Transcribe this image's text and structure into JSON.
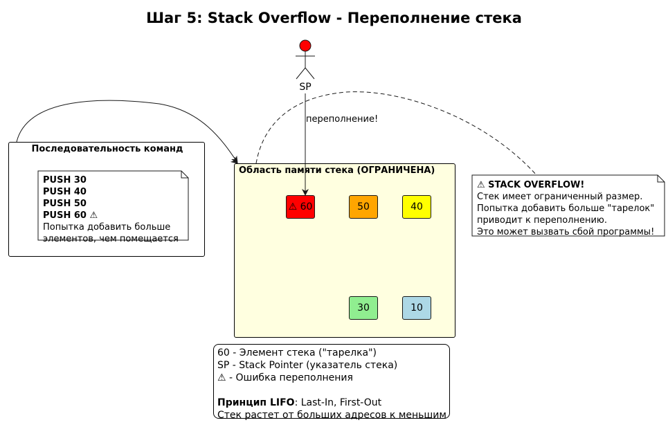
{
  "title": "Шаг 5: Stack Overflow - Переполнение стека",
  "actor": {
    "label": "SP",
    "color": "#ff0000"
  },
  "edge_label": "переполнение!",
  "commands_frame": {
    "title": "Последовательность команд",
    "lines": [
      {
        "text": "PUSH 30",
        "bold": true
      },
      {
        "text": "PUSH 40",
        "bold": true
      },
      {
        "text": "PUSH 50",
        "bold": true
      },
      {
        "text": "PUSH 60 ⚠",
        "bold": true
      },
      {
        "text": "Попытка добавить больше",
        "bold": false
      },
      {
        "text": "элементов, чем помещается",
        "bold": false
      }
    ]
  },
  "memory_frame": {
    "title": "Область памяти стека (ОГРАНИЧЕНА)",
    "background": "#ffffe0",
    "cells": [
      {
        "label": "⚠ 60",
        "color": "#ff0000"
      },
      {
        "label": "50",
        "color": "#ffa500"
      },
      {
        "label": "40",
        "color": "#ffff00"
      },
      {
        "label": "30",
        "color": "#90ee90"
      },
      {
        "label": "10",
        "color": "#add8e6"
      }
    ]
  },
  "warning_note": {
    "heading": "⚠ STACK OVERFLOW!",
    "lines": [
      "Стек имеет ограниченный размер.",
      "Попытка добавить больше \"тарелок\"",
      "приводит к переполнению.",
      "Это может вызвать сбой программы!"
    ]
  },
  "legend": {
    "lines": [
      "60 - Элемент стека (\"тарелка\")",
      "SP - Stack Pointer (указатель стека)",
      "⚠ - Ошибка переполнения"
    ],
    "principle_bold": "Принцип LIFO",
    "principle_rest": ": Last-In, First-Out",
    "last_line": "Стек растет от больших адресов к меньшим"
  }
}
